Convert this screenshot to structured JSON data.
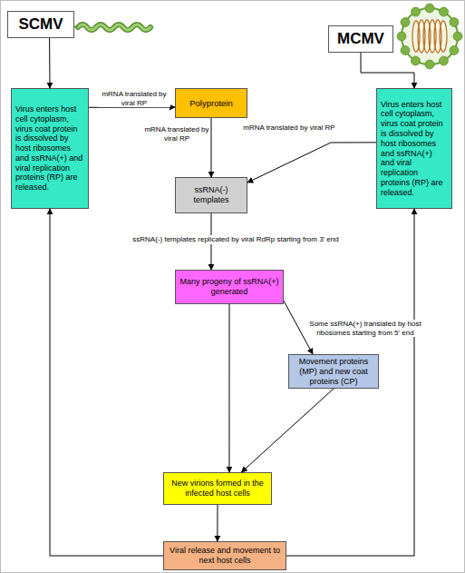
{
  "diagram": {
    "nodes": [
      {
        "text": [
          "SCMV"
        ]
      },
      {
        "text": [
          "MCMV"
        ]
      },
      {
        "text": [
          "Virus enters host cell cytoplasm, virus coat protein is dissolved by host ribosomes and ssRNA(+) and viral replication proteins (RP) are released."
        ]
      },
      {
        "text": [
          "Polyprotein"
        ]
      },
      {
        "text": [
          "Virus enters host cell cytoplasm, virus coat protein is dissolved by host ribosomes and ssRNA(+) and viral replication proteins (RP) are released."
        ]
      },
      {
        "text": [
          "ssRNA(-) templates"
        ]
      },
      {
        "text": [
          "Many progeny of ssRNA(+) generated"
        ]
      },
      {
        "text": [
          "Movement proteins (MP) and new coat proteins (CP)"
        ]
      },
      {
        "text": [
          "New virions formed in the infected host cells"
        ]
      },
      {
        "text": [
          "Viral release and movement to next host cells"
        ]
      }
    ],
    "edges": [
      {
        "from": 0,
        "to": 2,
        "arrow": "to"
      },
      {
        "from": 1,
        "to": 4,
        "arrow": "to"
      },
      {
        "from": 2,
        "to": 3,
        "label": "mRNA translated by viral RP",
        "arrow": "to"
      },
      {
        "from": 3,
        "to": 5,
        "label": "mRNA translated by viral RP",
        "arrow": "to"
      },
      {
        "from": 4,
        "to": 5,
        "label": "mRNA translated by viral RP",
        "arrow": "to"
      },
      {
        "from": 5,
        "to": 6,
        "label": "ssRNA(-) templates replicated by viral RdRp starting from 3' end",
        "arrow": "to"
      },
      {
        "from": 6,
        "to": 7,
        "label": "Some ssRNA(+) translated by host ribosomes starting from 5' end",
        "arrow": "to"
      },
      {
        "from": 6,
        "to": 8,
        "arrow": "to"
      },
      {
        "from": 7,
        "to": 8,
        "arrow": "to"
      },
      {
        "from": 8,
        "to": 9,
        "arrow": "to"
      },
      {
        "from": 9,
        "to": 2,
        "arrow": "to"
      },
      {
        "from": 9,
        "to": 4,
        "arrow": "to"
      }
    ]
  }
}
